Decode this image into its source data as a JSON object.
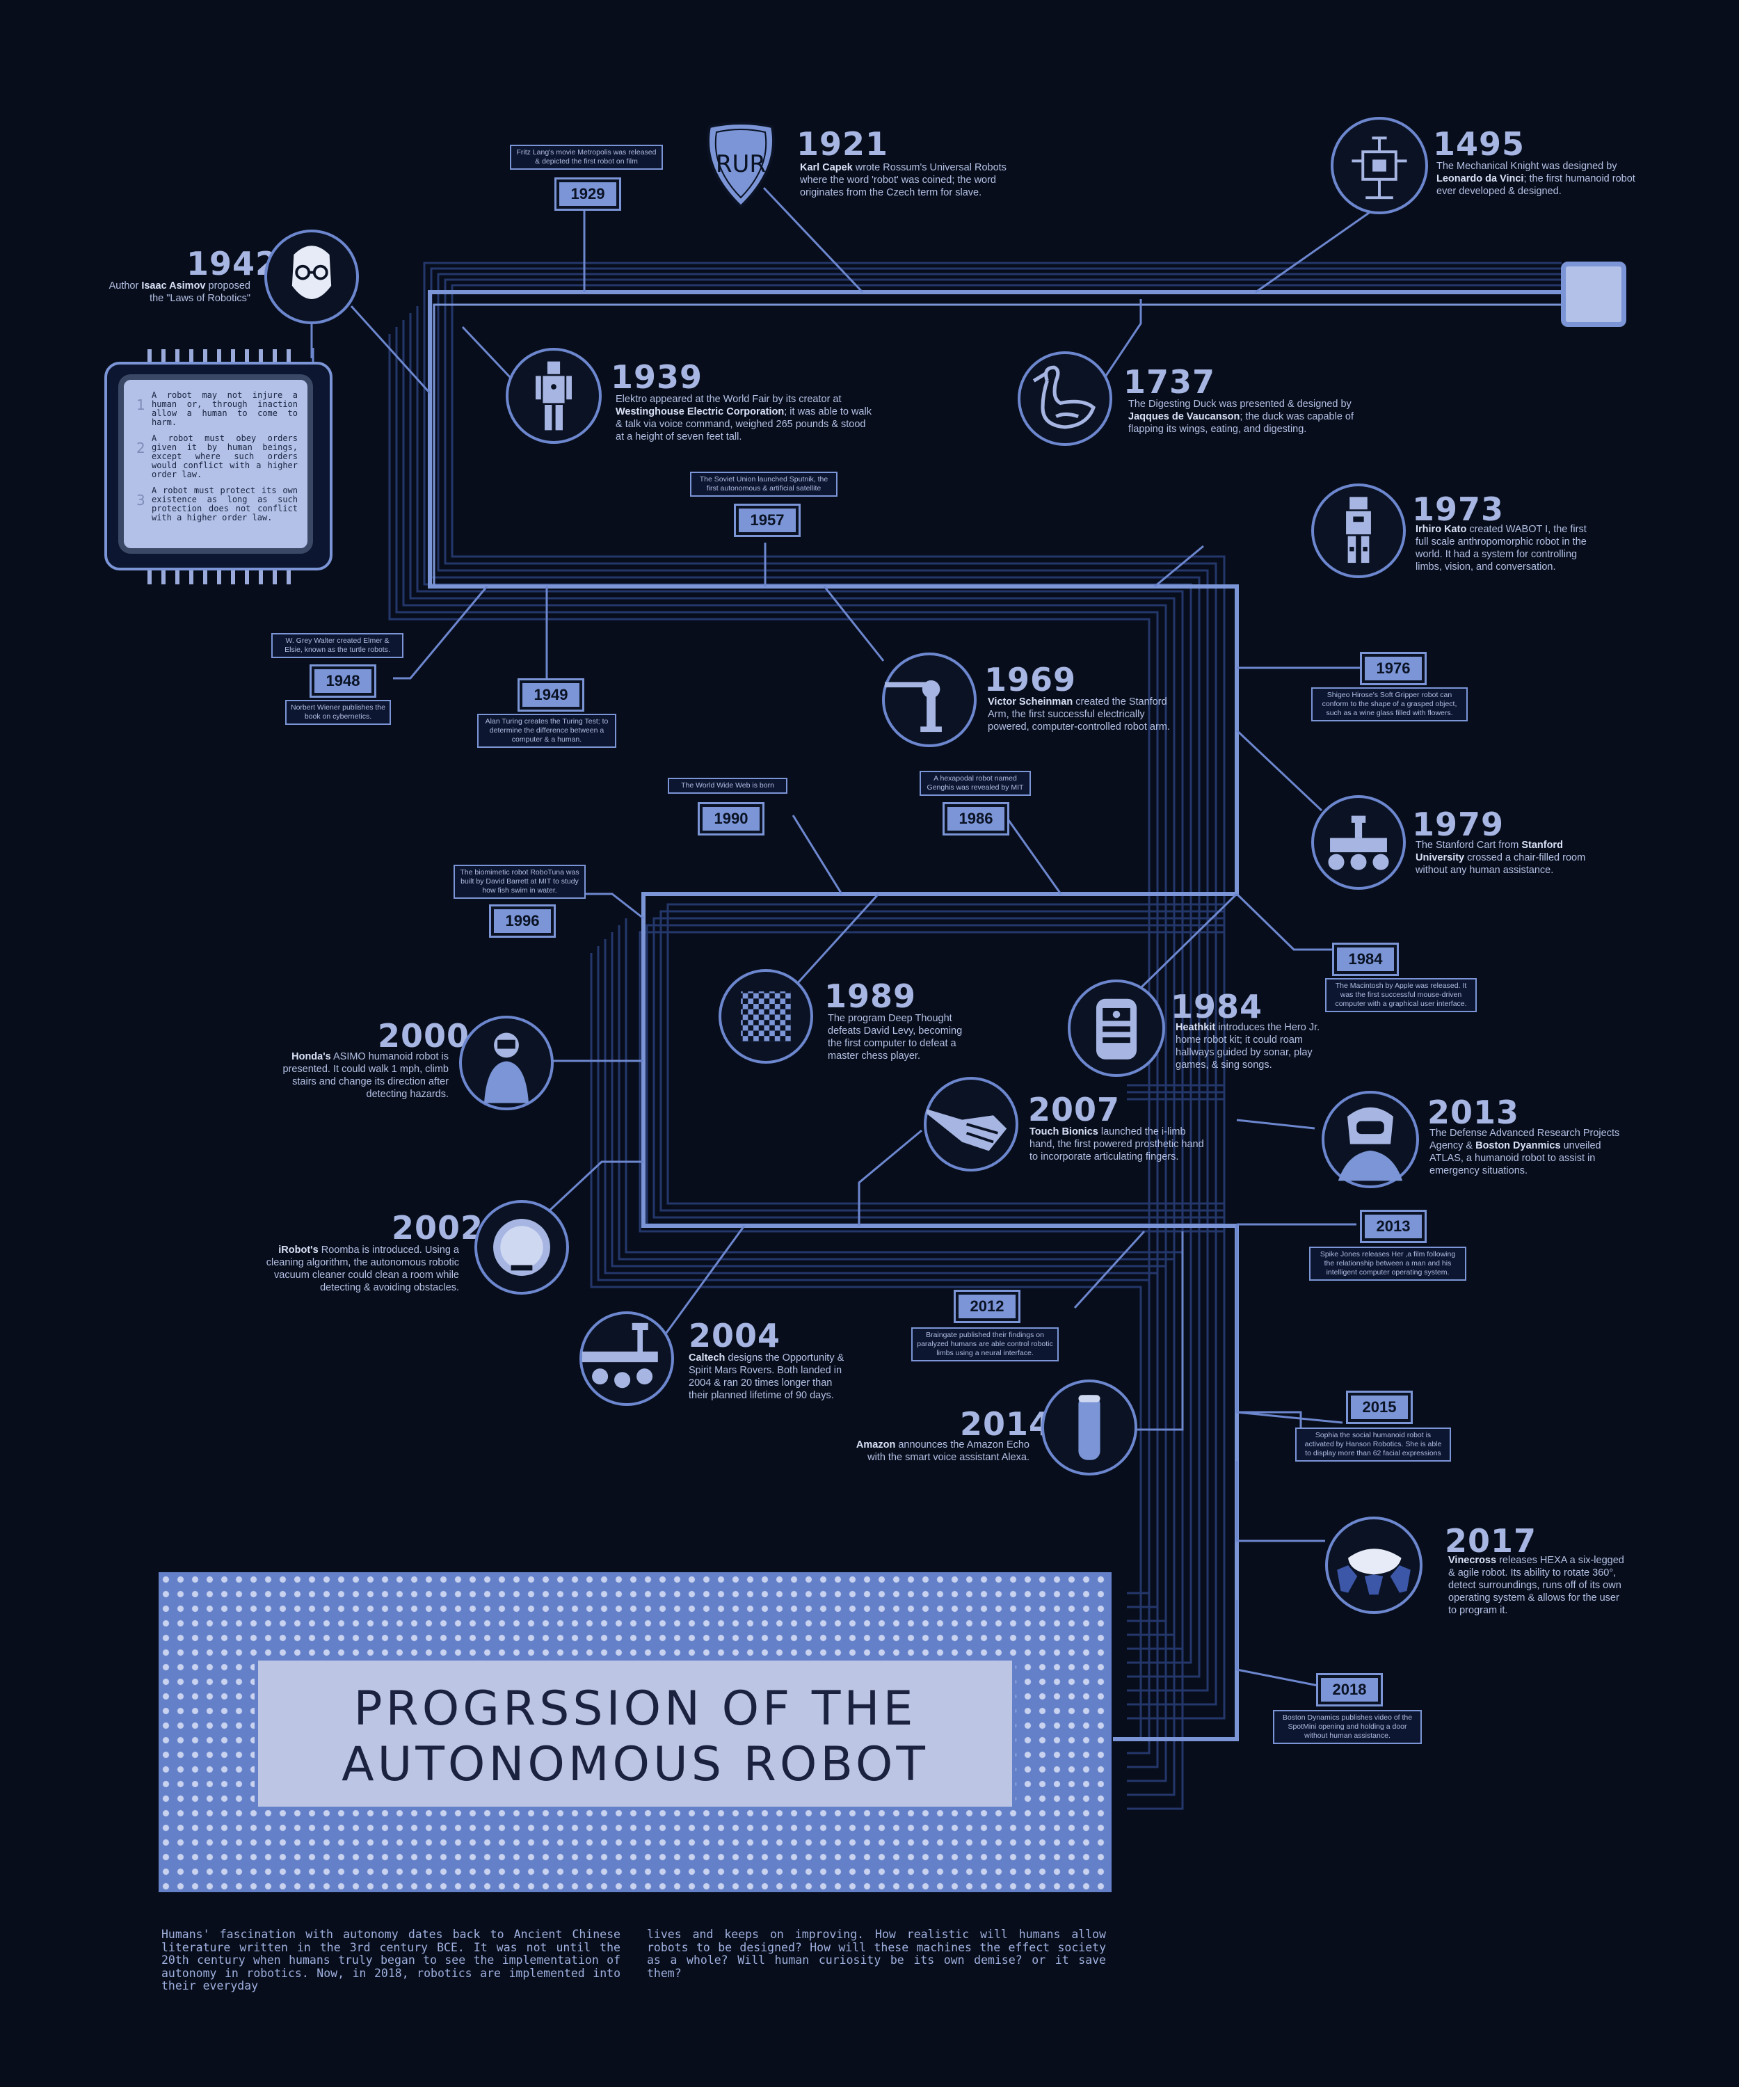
{
  "title": {
    "line1": "PROGRSSION OF THE",
    "line2": "AUTONOMOUS ROBOT"
  },
  "laws": [
    {
      "num": "1",
      "text": "A robot may not injure a human or, through inaction allow a human to come to harm."
    },
    {
      "num": "2",
      "text": "A robot must obey orders given it by human beings, except where such orders would conflict with a higher order law."
    },
    {
      "num": "3",
      "text": "A robot must protect its own existence as long as such protection does not conflict with a higher order law."
    }
  ],
  "events": {
    "e1495": {
      "year": "1495",
      "pre": "The Mechanical Knight was designed by ",
      "bold": "Leonardo da Vinci",
      "post": "; the first humanoid robot ever developed & designed."
    },
    "e1921": {
      "year": "1921",
      "pre": "",
      "bold": "Karl Capek",
      "post": " wrote Rossum's Universal Robots where the word 'robot' was coined; the word originates from the Czech term for slave.",
      "logo": "RUR"
    },
    "e1942": {
      "year": "1942",
      "pre": "Author ",
      "bold": "Isaac Asimov",
      "post": " proposed the \"Laws of Robotics\""
    },
    "e1939": {
      "year": "1939",
      "pre": "Elektro appeared at the World Fair by its creator at ",
      "bold": "Westinghouse Electric Corporation",
      "post": "; it was able to walk & talk via voice command, weighed 265 pounds & stood at a height of seven feet tall."
    },
    "e1737": {
      "year": "1737",
      "pre": "The Digesting Duck was presented & designed by ",
      "bold": "Jaqques de Vaucanson",
      "post": "; the duck was capable of flapping its wings, eating, and digesting."
    },
    "e1973": {
      "year": "1973",
      "pre": "",
      "bold": "Irhiro Kato",
      "post": " created WABOT I, the first full scale anthropomorphic robot in the world. It had a system for controlling limbs, vision, and conversation."
    },
    "e1969": {
      "year": "1969",
      "pre": "",
      "bold": "Victor Scheinman",
      "post": " created the Stanford Arm, the first successful electrically powered, computer-controlled robot arm."
    },
    "e1979": {
      "year": "1979",
      "pre": "The Stanford Cart from ",
      "bold": "Stanford University",
      "post": " crossed a chair-filled room without any human assistance."
    },
    "e1989": {
      "year": "1989",
      "pre": "The program Deep Thought defeats David Levy, becoming the first computer to defeat a master chess player.",
      "bold": "",
      "post": ""
    },
    "e1984": {
      "year": "1984",
      "pre": "",
      "bold": "Heathkit",
      "post": " introduces the Hero Jr. home robot kit; it could roam hallways guided by sonar, play games, & sing songs."
    },
    "e2000": {
      "year": "2000",
      "pre": "",
      "bold": "Honda's",
      "post": " ASIMO humanoid robot is presented. It could walk 1 mph, climb stairs and change its direction after detecting hazards."
    },
    "e2007": {
      "year": "2007",
      "pre": "",
      "bold": "Touch Bionics",
      "post": " launched the i-limb hand, the first powered prosthetic hand to incorporate articulating fingers."
    },
    "e2013": {
      "year": "2013",
      "pre": "The Defense Advanced Research Projects Agency & ",
      "bold": "Boston Dyanmics",
      "post": " unveiled ATLAS, a humanoid robot to assist in emergency situations."
    },
    "e2002": {
      "year": "2002",
      "pre": "",
      "bold": "iRobot's",
      "post": " Roomba is introduced. Using a cleaning algorithm, the autonomous robotic vacuum cleaner could clean a room while detecting & avoiding obstacles."
    },
    "e2004": {
      "year": "2004",
      "pre": "",
      "bold": "Caltech",
      "post": " designs the Opportunity & Spirit Mars Rovers. Both landed in 2004 & ran 20 times longer than their planned lifetime of 90 days."
    },
    "e2014": {
      "year": "2014",
      "pre": "",
      "bold": "Amazon",
      "post": " announces the Amazon Echo with the smart voice assistant Alexa."
    },
    "e2017": {
      "year": "2017",
      "pre": "",
      "bold": "Vinecross",
      "post": " releases HEXA a six-legged & agile robot. Its ability to rotate 360°, detect surroundings, runs off of its own operating system & allows for the user to program it."
    }
  },
  "boxes": {
    "b1929": {
      "year": "1929",
      "note": "Fritz Lang's movie Metropolis was released & depicted the first robot on film"
    },
    "b1957": {
      "year": "1957",
      "note": "The Soviet Union launched Sputnik, the first autonomous & artificial satellite"
    },
    "b1948": {
      "year": "1948",
      "note_top": "W. Grey Walter created Elmer & Elsie, known as the turtle robots.",
      "note_bottom": "Norbert Wiener publishes the book on cybernetics."
    },
    "b1949": {
      "year": "1949",
      "note": "Alan Turing creates the Turing Test; to determine the difference between a computer & a human."
    },
    "b1976": {
      "year": "1976",
      "note": "Shigeo Hirose's Soft Gripper robot can conform to the shape of a grasped object, such as a wine glass filled with flowers."
    },
    "b1990": {
      "year": "1990",
      "note": "The World Wide Web is born"
    },
    "b1986": {
      "year": "1986",
      "note": "A hexapodal robot named Genghis was revealed by MIT"
    },
    "b1996": {
      "year": "1996",
      "note": "The biomimetic robot RoboTuna was built by David Barrett at MIT to study how fish swim in water."
    },
    "b1984": {
      "year": "1984",
      "note": "The Macintosh by Apple was released. It was the first successful mouse-driven computer with a graphical user interface."
    },
    "b2013": {
      "year": "2013",
      "note": "Spike Jones releases Her ,a film following the relationship between a man and his intelligent computer operating system."
    },
    "b2012": {
      "year": "2012",
      "note": "Braingate published their findings on paralyzed humans are able control robotic limbs using a neural interface."
    },
    "b2015": {
      "year": "2015",
      "note": "Sophia the social humanoid robot is activated by Hanson Robotics. She is able to display more than 62 facial expressions"
    },
    "b2018": {
      "year": "2018",
      "note": "Boston Dynamics publishes video of the SpotMini opening and holding a door without human assistance."
    }
  },
  "intro": {
    "left": "Humans' fascination with autonomy dates back to Ancient Chinese literature written in the 3rd century BCE. It was not until the 20th century when humans truly began to see the implementation of autonomy in robotics. Now, in 2018, robotics are implemented into their everyday",
    "right": "lives and keeps on improving. How realistic will humans allow robots to be designed? How will these machines the effect society as a whole? Will human curiosity be its own demise? or it save them?"
  },
  "colors": {
    "background": "#070d1b",
    "accent": "#7b95d6",
    "light": "#b3c1e8",
    "dark": "#0a1224"
  }
}
